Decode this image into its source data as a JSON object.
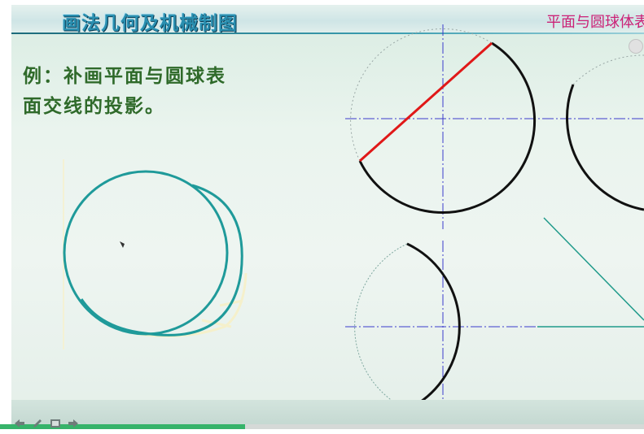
{
  "slide": {
    "title": "画法几何及机械制图",
    "section": "平面与圆球体表",
    "heading_line1": "例：补画平面与圆球表",
    "heading_line2": "面交线的投影。"
  },
  "colors": {
    "sketch": "#1f9a9a",
    "section_line": "#e01818",
    "outline": "#111111",
    "center_line": "#3b3bcc",
    "title_text": "#2a8fb0",
    "section_text": "#cc2277",
    "heading_text": "#2f6a2a"
  },
  "navigation": {
    "progress": 0.38,
    "buttons": [
      "back-arrow-icon",
      "pen-icon",
      "screen-icon",
      "forward-arrow-icon"
    ]
  }
}
